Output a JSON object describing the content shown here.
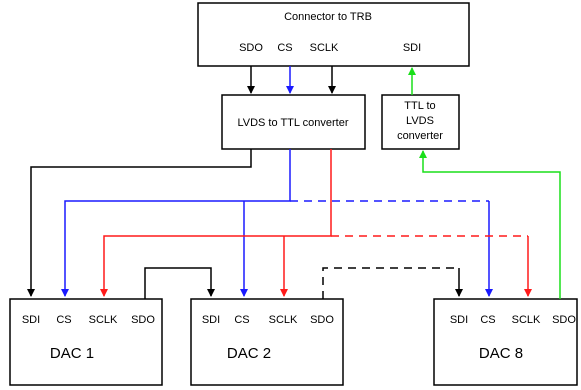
{
  "connector": {
    "title": "Connector to TRB",
    "pins": [
      "SDO",
      "CS",
      "SCLK",
      "SDI"
    ]
  },
  "lvds_to_ttl": {
    "label": "LVDS to TTL converter"
  },
  "ttl_to_lvds": {
    "line1": "TTL to",
    "line2": "LVDS",
    "line3": "converter"
  },
  "dacs": [
    {
      "name": "DAC 1",
      "pins": [
        "SDI",
        "CS",
        "SCLK",
        "SDO"
      ]
    },
    {
      "name": "DAC 2",
      "pins": [
        "SDI",
        "CS",
        "SCLK",
        "SDO"
      ]
    },
    {
      "name": "DAC 8",
      "pins": [
        "SDI",
        "CS",
        "SCLK",
        "SDO"
      ]
    }
  ],
  "colors": {
    "black": "#000000",
    "blue": "#1a1aff",
    "red": "#ff1a1a",
    "green": "#1adf1a"
  }
}
